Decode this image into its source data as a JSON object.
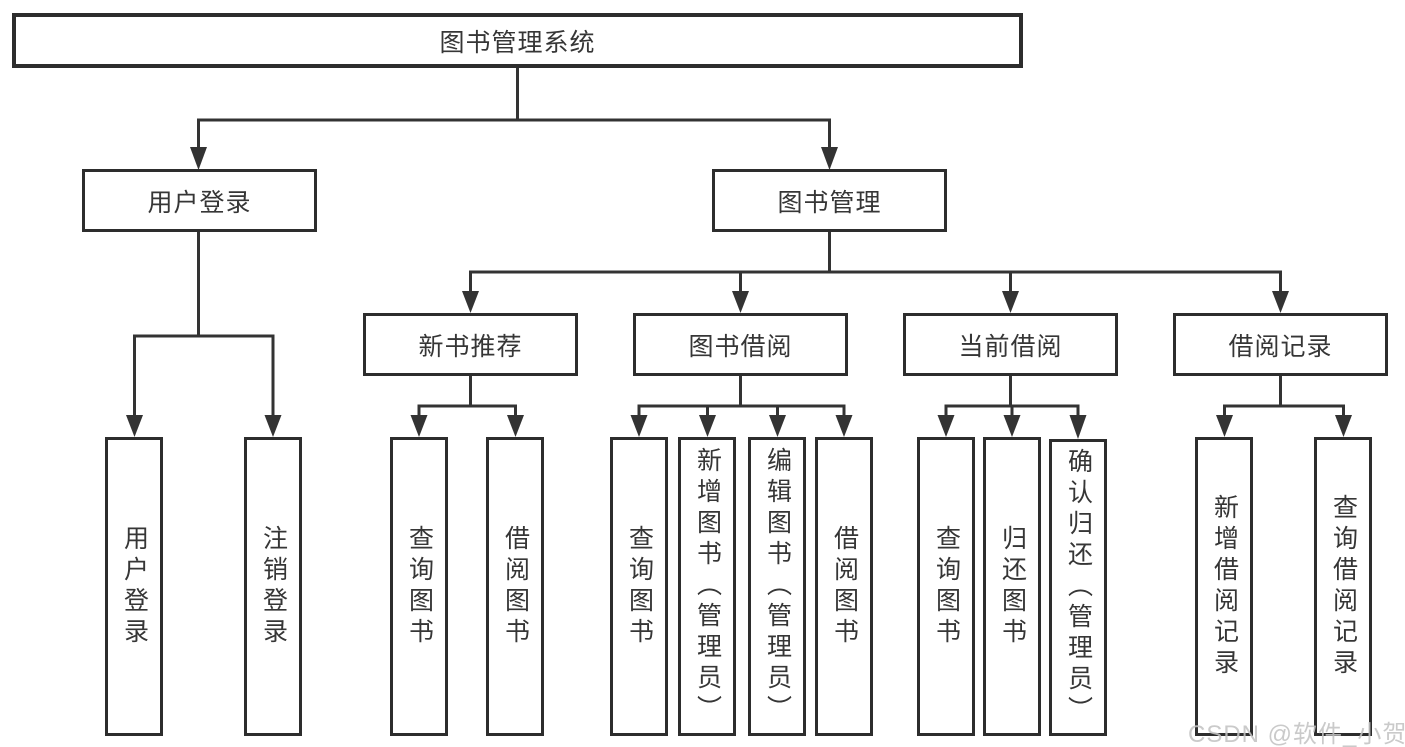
{
  "colors": {
    "background": "#ffffff",
    "line": "#333333",
    "box_border": "#2d2d2d",
    "box_fill": "#ffffff",
    "text": "#363636",
    "watermark": "#c3c3c3"
  },
  "diagram": {
    "root": {
      "label": "图书管理系统"
    },
    "level2": [
      {
        "label": "用户登录",
        "parent": "图书管理系统"
      },
      {
        "label": "图书管理",
        "parent": "图书管理系统"
      }
    ],
    "level3": [
      {
        "label": "新书推荐",
        "parent": "图书管理"
      },
      {
        "label": "图书借阅",
        "parent": "图书管理"
      },
      {
        "label": "当前借阅",
        "parent": "图书管理"
      },
      {
        "label": "借阅记录",
        "parent": "图书管理"
      }
    ],
    "level4": [
      {
        "label": "用户登录",
        "parent": "用户登录"
      },
      {
        "label": "注销登录",
        "parent": "用户登录"
      },
      {
        "label": "查询图书",
        "parent": "新书推荐"
      },
      {
        "label": "借阅图书",
        "parent": "新书推荐"
      },
      {
        "label": "查询图书",
        "parent": "图书借阅"
      },
      {
        "label": "新增图书（管理员）",
        "parent": "图书借阅"
      },
      {
        "label": "编辑图书（管理员）",
        "parent": "图书借阅"
      },
      {
        "label": "借阅图书",
        "parent": "图书借阅"
      },
      {
        "label": "查询图书",
        "parent": "当前借阅"
      },
      {
        "label": "归还图书",
        "parent": "当前借阅"
      },
      {
        "label": "确认归还（管理员）",
        "parent": "当前借阅"
      },
      {
        "label": "新增借阅记录",
        "parent": "借阅记录"
      },
      {
        "label": "查询借阅记录",
        "parent": "借阅记录"
      }
    ]
  },
  "watermark": {
    "text": "CSDN @软件_小贺同学"
  }
}
